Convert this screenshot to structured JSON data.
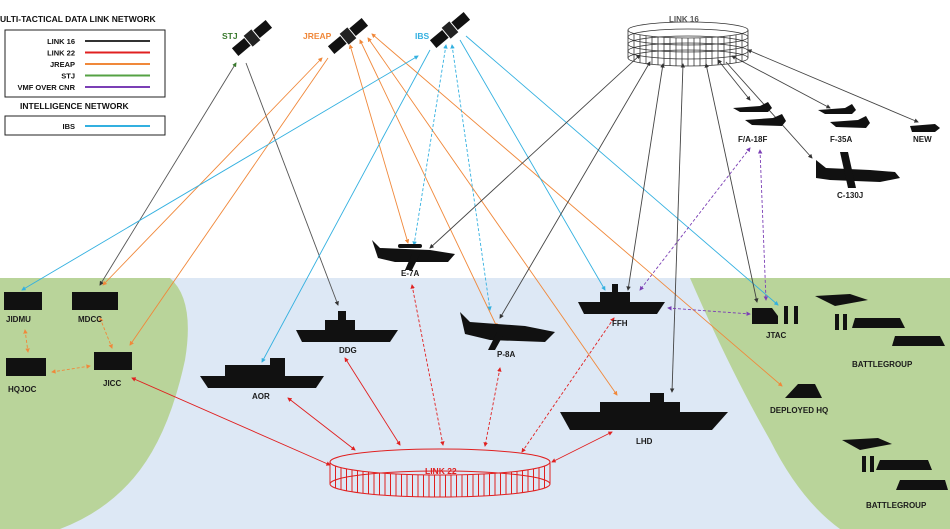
{
  "legend": {
    "title": "ULTI-TACTICAL DATA LINK NETWORK",
    "items": [
      {
        "label": "LINK 16",
        "color": "#333333"
      },
      {
        "label": "LINK 22",
        "color": "#e02020"
      },
      {
        "label": "JREAP",
        "color": "#f0883a"
      },
      {
        "label": "STJ",
        "color": "#55a244"
      },
      {
        "label": "VMF OVER CNR",
        "color": "#7b3fb5"
      }
    ],
    "intel_title": "INTELLIGENCE NETWORK",
    "intel_items": [
      {
        "label": "IBS",
        "color": "#33b0e0"
      }
    ]
  },
  "satellites": [
    {
      "label": "STJ",
      "color": "#3a7a2e",
      "icon": "satellite-icon"
    },
    {
      "label": "JREAP",
      "color": "#f0883a",
      "icon": "satellite-icon"
    },
    {
      "label": "IBS",
      "color": "#33b0e0",
      "icon": "satellite-icon"
    }
  ],
  "network_hubs": {
    "link16": "LINK 16",
    "link22": "LINK 22"
  },
  "aircraft": {
    "fa18f": "F/A-18F",
    "f35a": "F-35A",
    "new": "NEW",
    "c130j": "C-130J",
    "e7a": "E-7A",
    "p8a": "P-8A"
  },
  "ships": {
    "ddg": "DDG",
    "aor": "AOR",
    "ffh": "FFH",
    "lhd": "LHD"
  },
  "land": {
    "jidmu": "JIDMU",
    "mdcc": "MDCC",
    "hqjoc": "HQJOC",
    "jicc": "JICC",
    "jtac": "JTAC",
    "battlegroup_1": "BATTLEGROUP",
    "battlegroup_2": "BATTLEGROUP",
    "deployed_hq": "DEPLOYED HQ"
  },
  "colors": {
    "sea": "#dde8f5",
    "land": "#b9d49a",
    "silhouette": "#111111"
  }
}
